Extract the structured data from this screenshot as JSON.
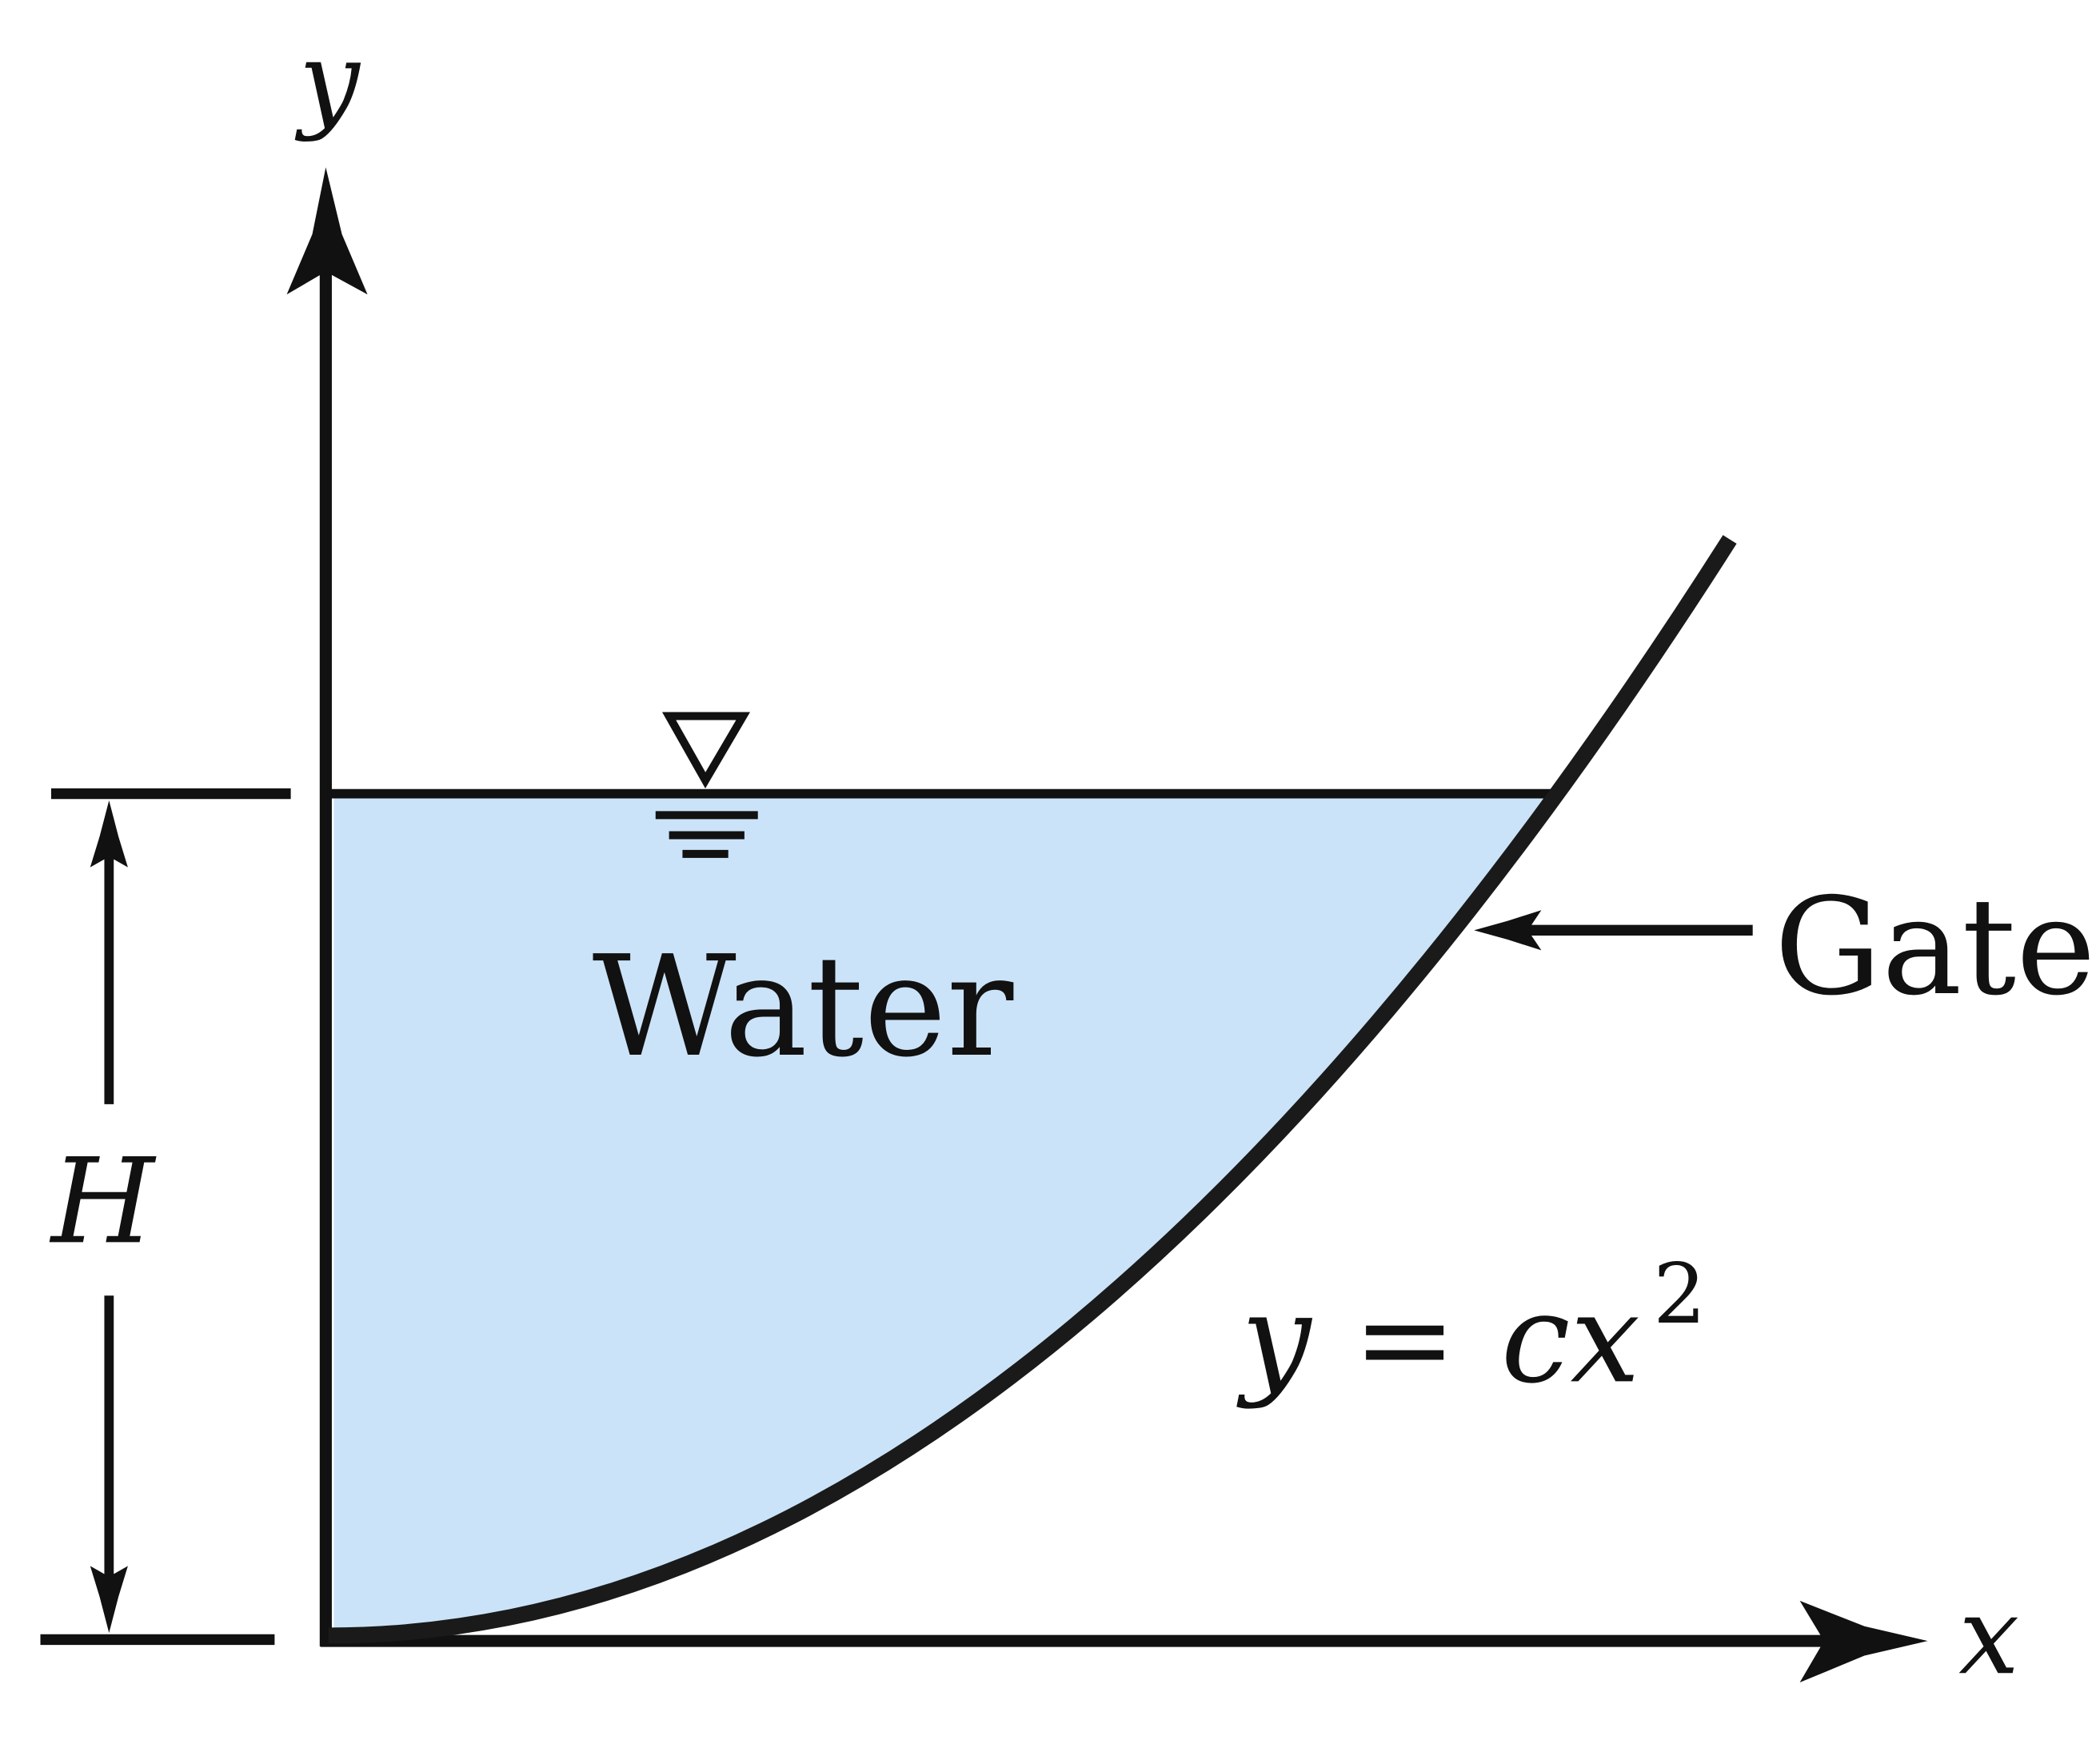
{
  "diagram": {
    "axis_labels": {
      "y": "y",
      "x": "x"
    },
    "height_label": "H",
    "water_label": "Water",
    "gate_label": "Gate",
    "equation": {
      "lhs": "y",
      "eq": "=",
      "rhs": "cx",
      "exponent": "2"
    },
    "colors": {
      "water": "#cbe3f8",
      "line": "#111111",
      "gate": "#1a1a1a"
    }
  }
}
